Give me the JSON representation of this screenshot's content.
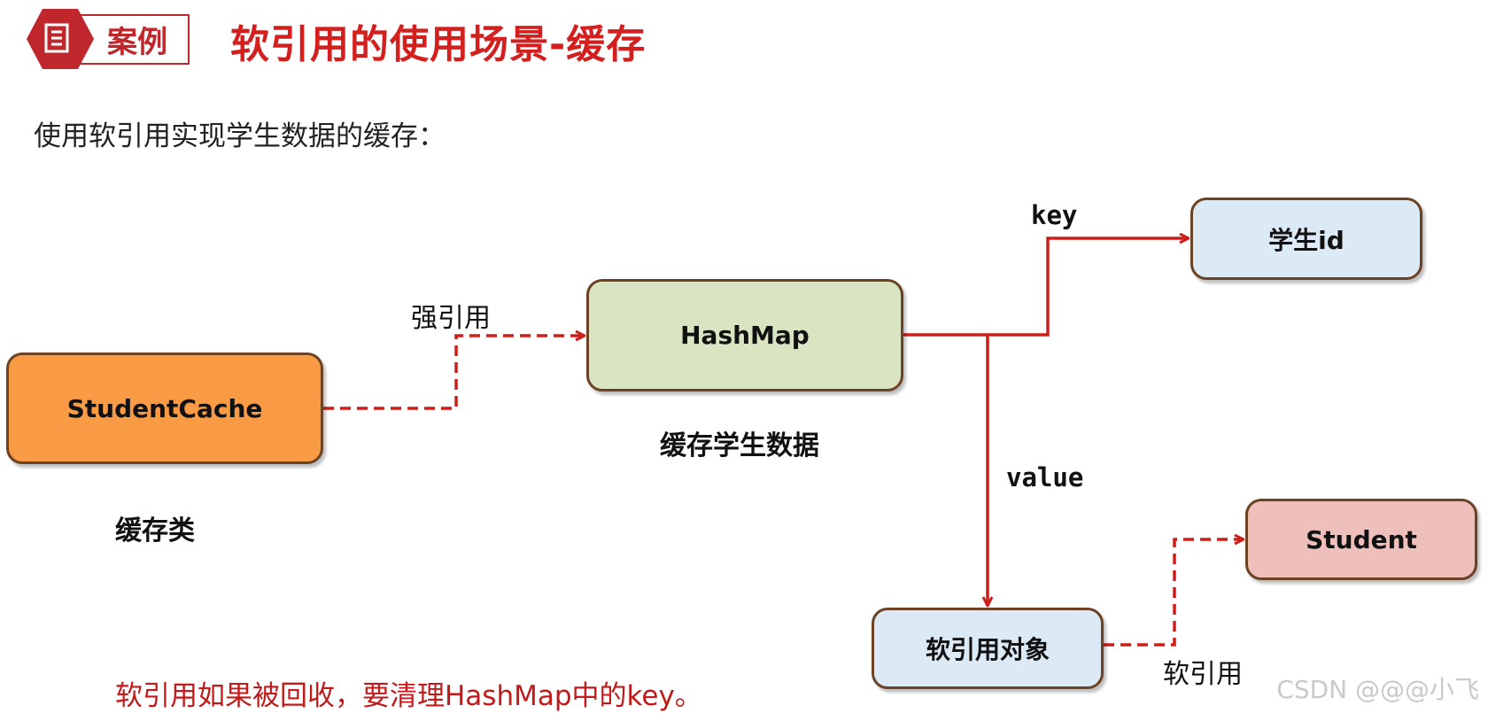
{
  "header": {
    "badge_label": "案例",
    "title": "软引用的使用场景-缓存"
  },
  "subtitle": "使用软引用实现学生数据的缓存：",
  "nodes": {
    "student_cache": "StudentCache",
    "hashmap": "HashMap",
    "student_id": "学生id",
    "student": "Student",
    "soft_ref_object": "软引用对象"
  },
  "labels": {
    "cache_class": "缓存类",
    "cache_student_data": "缓存学生数据",
    "strong_ref": "强引用",
    "key": "key",
    "value": "value",
    "soft_ref": "软引用"
  },
  "note": "软引用如果被回收，要清理HashMap中的key。",
  "watermark": "CSDN @@@小飞",
  "colors": {
    "accent_red": "#d41f1f",
    "cache_fill": "#f99a45",
    "hashmap_fill": "#d9e4c2",
    "key_fill": "#dceaf5",
    "student_fill": "#efc0bb"
  }
}
